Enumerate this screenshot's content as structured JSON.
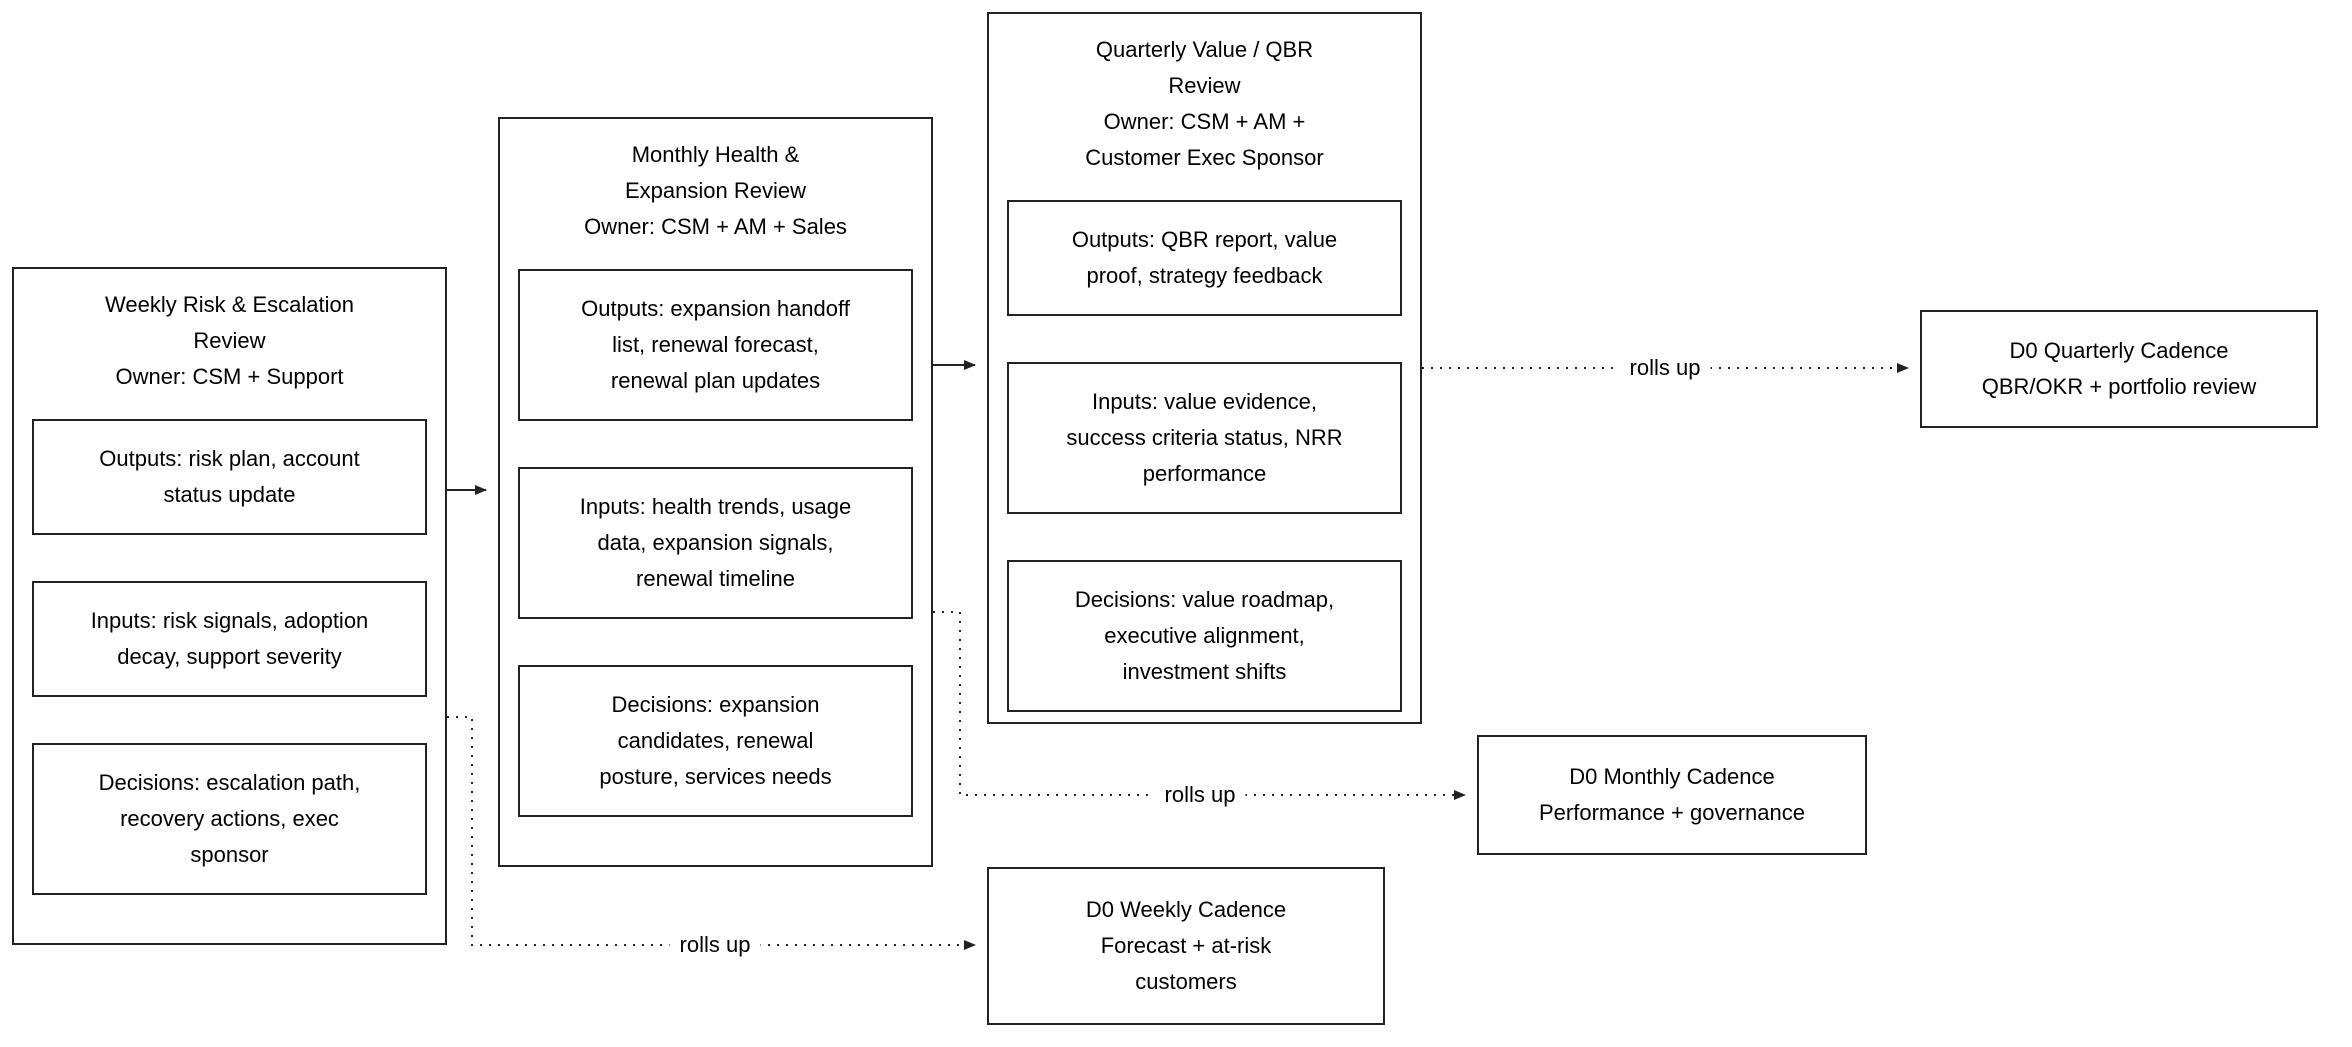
{
  "diagram": {
    "groups": [
      {
        "title": "Weekly Risk & Escalation Review",
        "owner": "Owner: CSM + Support",
        "outputs": "Outputs: risk plan, account status update",
        "inputs": "Inputs: risk signals, adoption decay, support severity",
        "decisions": "Decisions: escalation path, recovery actions, exec sponsor"
      },
      {
        "title": "Monthly Health & Expansion Review",
        "owner": "Owner: CSM + AM + Sales",
        "outputs": "Outputs: expansion handoff list, renewal forecast, renewal plan updates",
        "inputs": "Inputs: health trends, usage data, expansion signals, renewal timeline",
        "decisions": "Decisions: expansion candidates, renewal posture, services needs"
      },
      {
        "title": "Quarterly Value / QBR Review",
        "owner": "Owner: CSM + AM + Customer Exec Sponsor",
        "outputs": "Outputs: QBR report, value proof, strategy feedback",
        "inputs": "Inputs: value evidence, success criteria status, NRR performance",
        "decisions": "Decisions: value roadmap, executive alignment, investment shifts"
      }
    ],
    "cadences": [
      {
        "line1": "D0 Weekly Cadence",
        "line2": "Forecast + at-risk customers"
      },
      {
        "line1": "D0 Monthly Cadence",
        "line2": "Performance + governance"
      },
      {
        "line1": "D0 Quarterly Cadence",
        "line2": "QBR/OKR + portfolio review"
      }
    ],
    "labels": {
      "rolls_up": "rolls up"
    },
    "colors": {
      "border": "#222222",
      "background": "#ffffff",
      "text": "#000000"
    }
  }
}
